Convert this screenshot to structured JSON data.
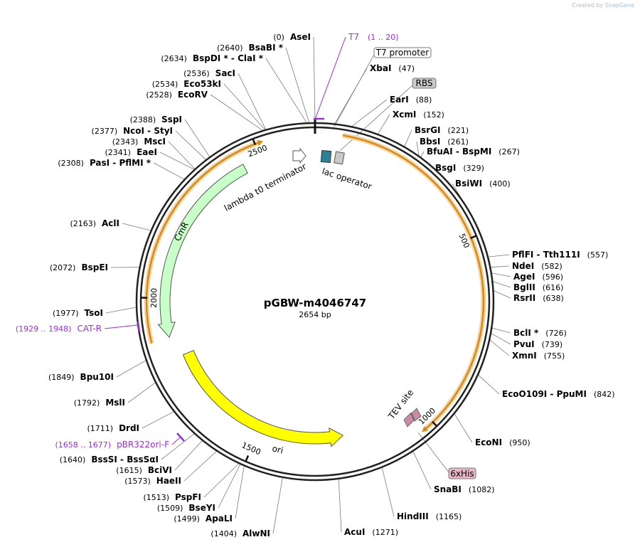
{
  "credit": {
    "prefix": "Created by",
    "brand": "SnapGene"
  },
  "plasmid": {
    "name": "pGBW-m4046747",
    "length_label": "2654 bp",
    "length": 2654
  },
  "colors": {
    "primer": "#9b30d9",
    "cmr": "#c8ffc8",
    "ori": "#ffff00",
    "orange_arc": "#d58a1a",
    "lac_box": "#2a8299",
    "rbs_box": "#c9c9c9",
    "tev": "#c88aa4",
    "his_box": "#e8b7c8"
  },
  "ticks": [
    {
      "pos": 500,
      "label": "500"
    },
    {
      "pos": 1000,
      "label": "1000"
    },
    {
      "pos": 1500,
      "label": "1500"
    },
    {
      "pos": 2000,
      "label": "2000"
    },
    {
      "pos": 2500,
      "label": "2500"
    }
  ],
  "features": [
    {
      "name": "CmR",
      "start": 1889,
      "end": 2450,
      "direction": "ccw",
      "color": "cmr",
      "label": "CmR"
    },
    {
      "name": "ori",
      "start": 1240,
      "end": 1829,
      "direction": "ccw",
      "color": "ori",
      "label": "ori"
    }
  ],
  "feature_labels": [
    {
      "text": "lambda t0 terminator",
      "id": "lambda"
    },
    {
      "text": "lac operator",
      "id": "lacop"
    },
    {
      "text": "TEV site",
      "id": "tev"
    }
  ],
  "boxed_labels": [
    {
      "text": "T7 promoter",
      "id": "t7promoter"
    },
    {
      "text": "RBS",
      "id": "rbs"
    },
    {
      "text": "6xHis",
      "id": "his"
    }
  ],
  "primers": [
    {
      "name": "T7",
      "range": "(1 .. 20)",
      "id": "t7"
    },
    {
      "name": "CAT-R",
      "range": "(1929 .. 1948)",
      "id": "catr"
    },
    {
      "name": "pBR322ori-F",
      "range": "(1658 .. 1677)",
      "id": "pbr"
    }
  ],
  "right_enzymes": [
    {
      "name": "XbaI",
      "pos": "(47)"
    },
    {
      "name": "EarI",
      "pos": "(88)"
    },
    {
      "name": "XcmI",
      "pos": "(152)"
    },
    {
      "name": "BsrGI",
      "pos": "(221)"
    },
    {
      "name": "BbsI",
      "pos": "(261)"
    },
    {
      "name": "BfuAI - BspMI",
      "pos": "(267)"
    },
    {
      "name": "BsgI",
      "pos": "(329)"
    },
    {
      "name": "BsiWI",
      "pos": "(400)"
    },
    {
      "name": "PflFI - Tth111I",
      "pos": "(557)"
    },
    {
      "name": "NdeI",
      "pos": "(582)"
    },
    {
      "name": "AgeI",
      "pos": "(596)"
    },
    {
      "name": "BglII",
      "pos": "(616)"
    },
    {
      "name": "RsrII",
      "pos": "(638)"
    },
    {
      "name": "BclI *",
      "pos": "(726)"
    },
    {
      "name": "PvuI",
      "pos": "(739)"
    },
    {
      "name": "XmnI",
      "pos": "(755)"
    },
    {
      "name": "EcoO109I - PpuMI",
      "pos": "(842)"
    },
    {
      "name": "EcoNI",
      "pos": "(950)"
    },
    {
      "name": "SnaBI",
      "pos": "(1082)"
    },
    {
      "name": "HindIII",
      "pos": "(1165)"
    },
    {
      "name": "AcuI",
      "pos": "(1271)"
    }
  ],
  "left_enzymes": [
    {
      "name": "AseI",
      "pos": "(0)"
    },
    {
      "name": "BsaBI *",
      "pos": "(2640)"
    },
    {
      "name": "BspDI * - ClaI *",
      "pos": "(2634)"
    },
    {
      "name": "SacI",
      "pos": "(2536)"
    },
    {
      "name": "Eco53kI",
      "pos": "(2534)"
    },
    {
      "name": "EcoRV",
      "pos": "(2528)"
    },
    {
      "name": "SspI",
      "pos": "(2388)"
    },
    {
      "name": "NcoI - StyI",
      "pos": "(2377)"
    },
    {
      "name": "MscI",
      "pos": "(2343)"
    },
    {
      "name": "EaeI",
      "pos": "(2341)"
    },
    {
      "name": "PasI - PflMI *",
      "pos": "(2308)"
    },
    {
      "name": "AclI",
      "pos": "(2163)"
    },
    {
      "name": "BspEI",
      "pos": "(2072)"
    },
    {
      "name": "TsoI",
      "pos": "(1977)"
    },
    {
      "name": "Bpu10I",
      "pos": "(1849)"
    },
    {
      "name": "MslI",
      "pos": "(1792)"
    },
    {
      "name": "DrdI",
      "pos": "(1711)"
    },
    {
      "name": "BssSI - BssSαI",
      "pos": "(1640)"
    },
    {
      "name": "BciVI",
      "pos": "(1615)"
    },
    {
      "name": "HaeII",
      "pos": "(1573)"
    },
    {
      "name": "PspFI",
      "pos": "(1513)"
    },
    {
      "name": "BseYI",
      "pos": "(1509)"
    },
    {
      "name": "ApaLI",
      "pos": "(1499)"
    },
    {
      "name": "AlwNI",
      "pos": "(1404)"
    }
  ]
}
